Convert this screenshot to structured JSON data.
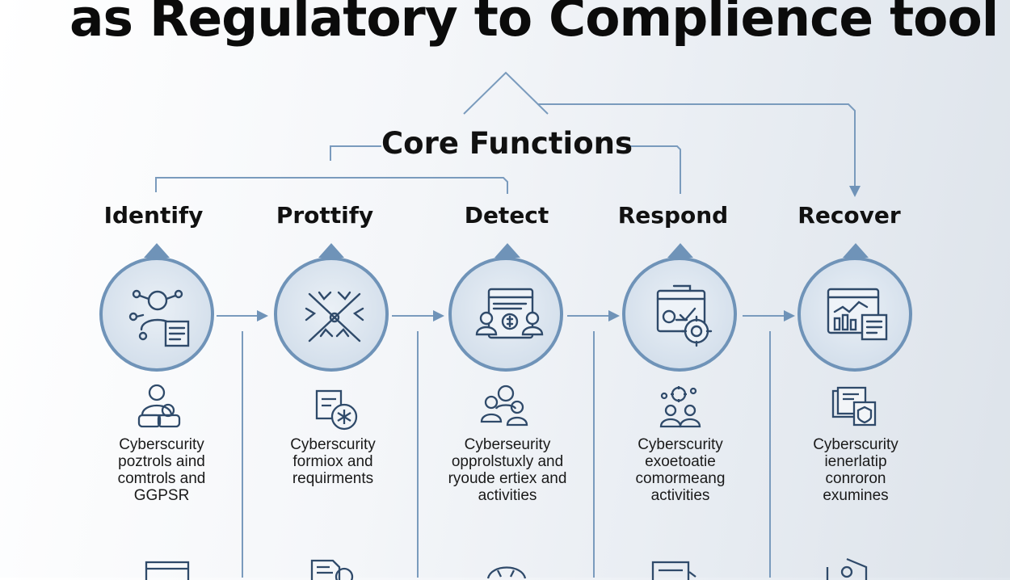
{
  "title": "as Regulatory to Complience tool",
  "core_label": "Core Functions",
  "colors": {
    "accent": "#6f93b8",
    "line": "#7a9bbd",
    "icon": "#2f4a6a"
  },
  "columns": [
    {
      "title": "Identify",
      "main_icon": "person-network-document-icon",
      "small_icon": "users-icon",
      "desc": [
        "Cyberscurity",
        "poztrols aind",
        "comtrols and",
        "GGPSR"
      ],
      "bottom_icon": "document-icon"
    },
    {
      "title": "Prottify",
      "main_icon": "shield-circuit-icon",
      "small_icon": "clipboard-asterisk-icon",
      "desc": [
        "Cyberscurity",
        "formiox and",
        "requirments"
      ],
      "bottom_icon": "file-gear-icon"
    },
    {
      "title": "Detect",
      "main_icon": "browser-users-coin-icon",
      "small_icon": "team-icon",
      "desc": [
        "Cyberseurity",
        "opprolstuxly and",
        "ryoude ertiex and",
        "activities"
      ],
      "bottom_icon": "gear-hand-icon"
    },
    {
      "title": "Respond",
      "main_icon": "window-check-gear-icon",
      "small_icon": "people-gear-icon",
      "desc": [
        "Cyberscurity",
        "exoetoatie",
        "comormeang",
        "activities"
      ],
      "bottom_icon": "laptop-icon"
    },
    {
      "title": "Recover",
      "main_icon": "dashboard-chart-icon",
      "small_icon": "documents-shield-icon",
      "desc": [
        "Cyberscurity",
        "ienerlatip",
        "conroron",
        "exumines"
      ],
      "bottom_icon": "shield-icon"
    }
  ]
}
